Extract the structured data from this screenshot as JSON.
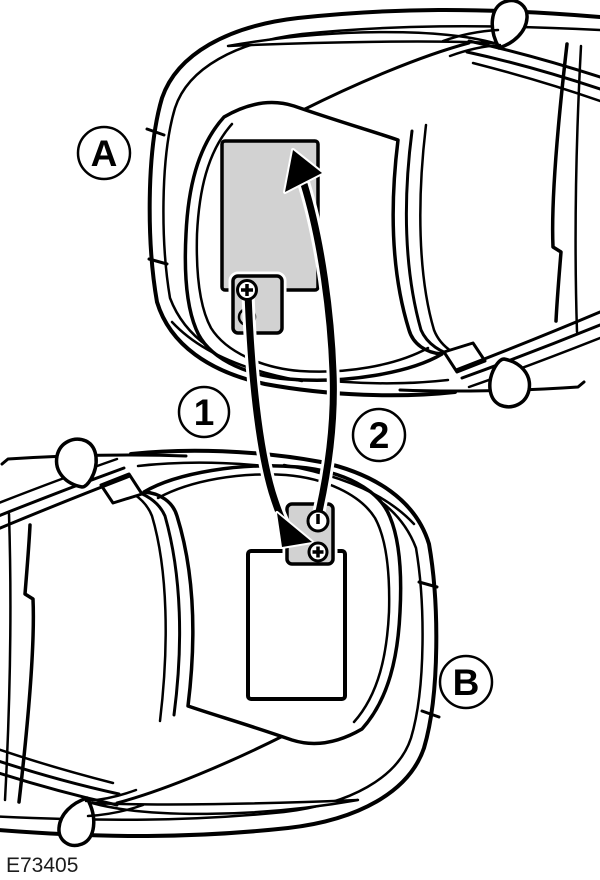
{
  "figure": {
    "caption": "E73405",
    "callouts": {
      "vehicle_a": "A",
      "vehicle_b": "B",
      "step_1": "1",
      "step_2": "2"
    },
    "colors": {
      "line": "#000000",
      "background": "#ffffff",
      "panel_fill": "#d2d2d2"
    },
    "icons": {
      "screw": "phillips-screw-icon",
      "hole": "bracket-hole-icon",
      "arrow_1": "curved-arrow-down-icon",
      "arrow_2": "curved-arrow-up-icon",
      "mirror": "side-mirror-icon"
    }
  }
}
